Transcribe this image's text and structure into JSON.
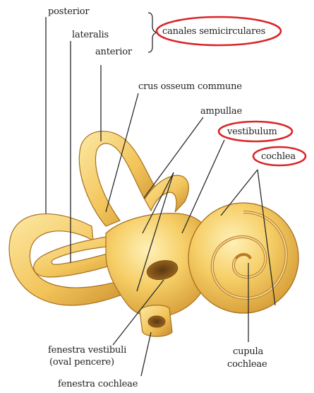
{
  "labels": {
    "posterior": "posterior",
    "lateralis": "lateralis",
    "anterior": "anterior",
    "canales": "canales semicirculares",
    "crus": "crus osseum commune",
    "ampullae": "ampullae",
    "vestibulum": "vestibulum",
    "cochlea": "cochlea",
    "fenestra_vestibuli": "fenestra vestibuli",
    "oval": "(oval pencere)",
    "cupula": "cupula",
    "cochleae": "cochleae",
    "fenestra_cochleae": "fenestra cochleae"
  },
  "colors": {
    "bone_fill": "#f2c45a",
    "bone_light": "#fbe49a",
    "bone_shadow": "#c98a2a",
    "bone_edge": "#a8701f",
    "highlight_ring": "#d9262b",
    "leader_line": "#2a2a2a"
  }
}
